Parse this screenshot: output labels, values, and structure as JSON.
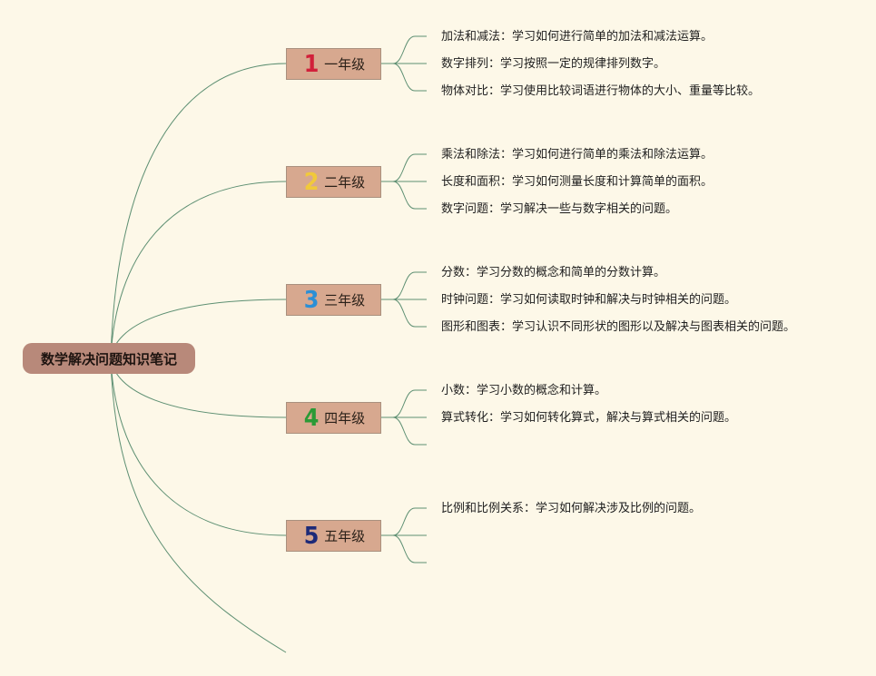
{
  "title": "数学解决问题知识笔记",
  "colors": {
    "background": "#fdf8e8",
    "root_fill": "#b8897a",
    "grade_fill": "#d7a88f",
    "line": "#5d8f72"
  },
  "grades": [
    {
      "number": "1",
      "label": "一年级",
      "color": "#d1203a",
      "topics": [
        "加法和减法：学习如何进行简单的加法和减法运算。",
        "数字排列：学习按照一定的规律排列数字。",
        "物体对比：学习使用比较词语进行物体的大小、重量等比较。"
      ]
    },
    {
      "number": "2",
      "label": "二年级",
      "color": "#f1c93a",
      "topics": [
        "乘法和除法：学习如何进行简单的乘法和除法运算。",
        "长度和面积：学习如何测量长度和计算简单的面积。",
        "数字问题：学习解决一些与数字相关的问题。"
      ]
    },
    {
      "number": "3",
      "label": "三年级",
      "color": "#2b8fd6",
      "topics": [
        "分数：学习分数的概念和简单的分数计算。",
        "时钟问题：学习如何读取时钟和解决与时钟相关的问题。",
        "图形和图表：学习认识不同形状的图形以及解决与图表相关的问题。"
      ]
    },
    {
      "number": "4",
      "label": "四年级",
      "color": "#2a9a36",
      "topics": [
        "小数：学习小数的概念和计算。",
        "算式转化：学习如何转化算式，解决与算式相关的问题。",
        ""
      ]
    },
    {
      "number": "5",
      "label": "五年级",
      "color": "#1d2a78",
      "topics": [
        "比例和比例关系：学习如何解决涉及比例的问题。",
        "",
        ""
      ]
    }
  ]
}
